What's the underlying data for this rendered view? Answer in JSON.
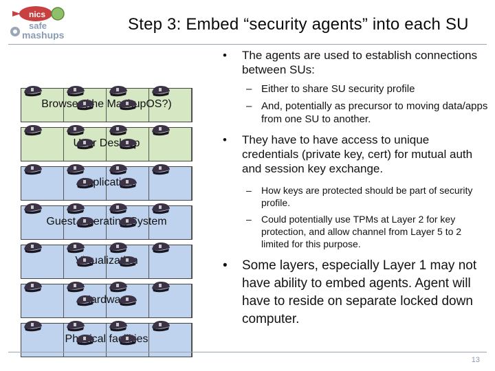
{
  "logo": {
    "tag": "nics",
    "line1": "safe",
    "line2": "mashups"
  },
  "slide": {
    "title": "Step 3: Embed “security agents” into each SU",
    "page": "13"
  },
  "layers": [
    {
      "label": "Browser (the MashupOS?)",
      "color": "green"
    },
    {
      "label": "User Desktop",
      "color": "green"
    },
    {
      "label": "Application",
      "color": "blue"
    },
    {
      "label": "Guest Operating System",
      "color": "blue"
    },
    {
      "label": "Virtualization",
      "color": "blue"
    },
    {
      "label": "Hardware",
      "color": "blue"
    },
    {
      "label": "Physical facilities",
      "color": "blue"
    }
  ],
  "bullets": {
    "b1": "The agents are used to establish connections between SUs:",
    "b1_s1": "Either to share SU security profile",
    "b1_s2": "And, potentially as precursor to moving data/apps from one SU to another.",
    "b2": "They have to have access to unique credentials (private key, cert) for mutual auth and session key exchange.",
    "b2_s1": "How keys are protected should be part of security profile.",
    "b2_s2": "Could potentially use TPMs at Layer 2 for key protection, and allow channel from Layer 5 to 2 limited for this purpose.",
    "b3": "Some layers, especially Layer 1 may not have ability to embed agents. Agent will have to reside on separate locked down computer.",
    "bullet_char": "•",
    "dash_char": "–"
  },
  "icons": {
    "agent": "police-hat-icon"
  }
}
